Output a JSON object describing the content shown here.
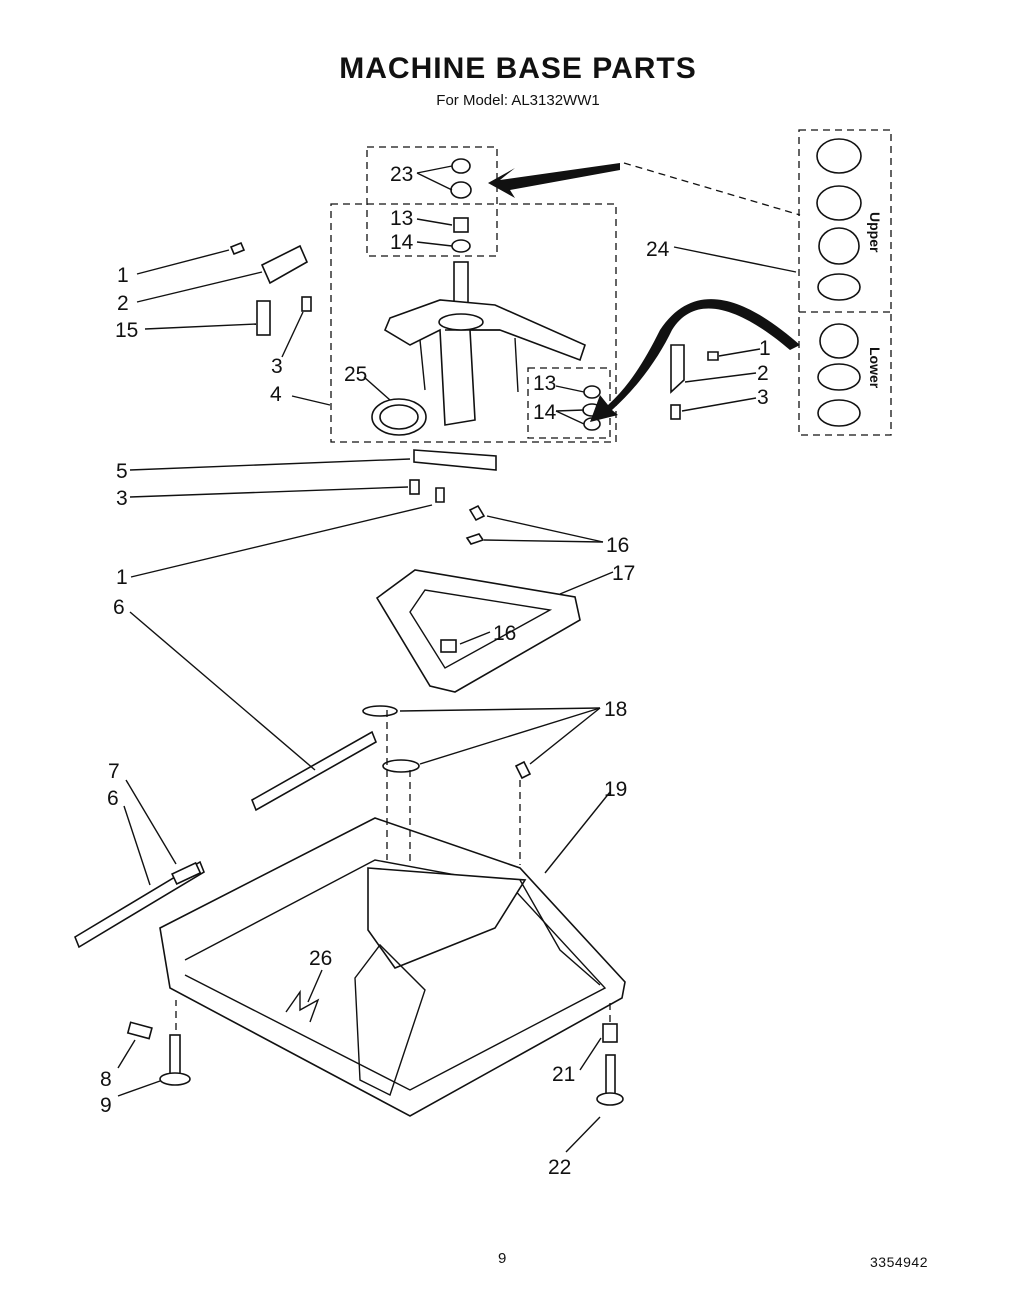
{
  "header": {
    "title": "MACHINE BASE PARTS",
    "subtitle": "For Model: AL3132WW1"
  },
  "footer": {
    "page_number": "9",
    "document_number": "3354942"
  },
  "bearing_kit": {
    "upper_label": "Upper",
    "lower_label": "Lower"
  },
  "callouts": {
    "c1a": "1",
    "c2a": "2",
    "c15": "15",
    "c3a": "3",
    "c4": "4",
    "c25": "25",
    "c23": "23",
    "c13a": "13",
    "c14a": "14",
    "c24": "24",
    "c1b": "1",
    "c2b": "2",
    "c3b": "3",
    "c13b": "13",
    "c14b": "14",
    "c5": "5",
    "c3c": "3",
    "c1c": "1",
    "c16a": "16",
    "c17": "17",
    "c16b": "16",
    "c6a": "6",
    "c18": "18",
    "c7": "7",
    "c6b": "6",
    "c19": "19",
    "c26": "26",
    "c8": "8",
    "c9": "9",
    "c21": "21",
    "c22": "22"
  }
}
